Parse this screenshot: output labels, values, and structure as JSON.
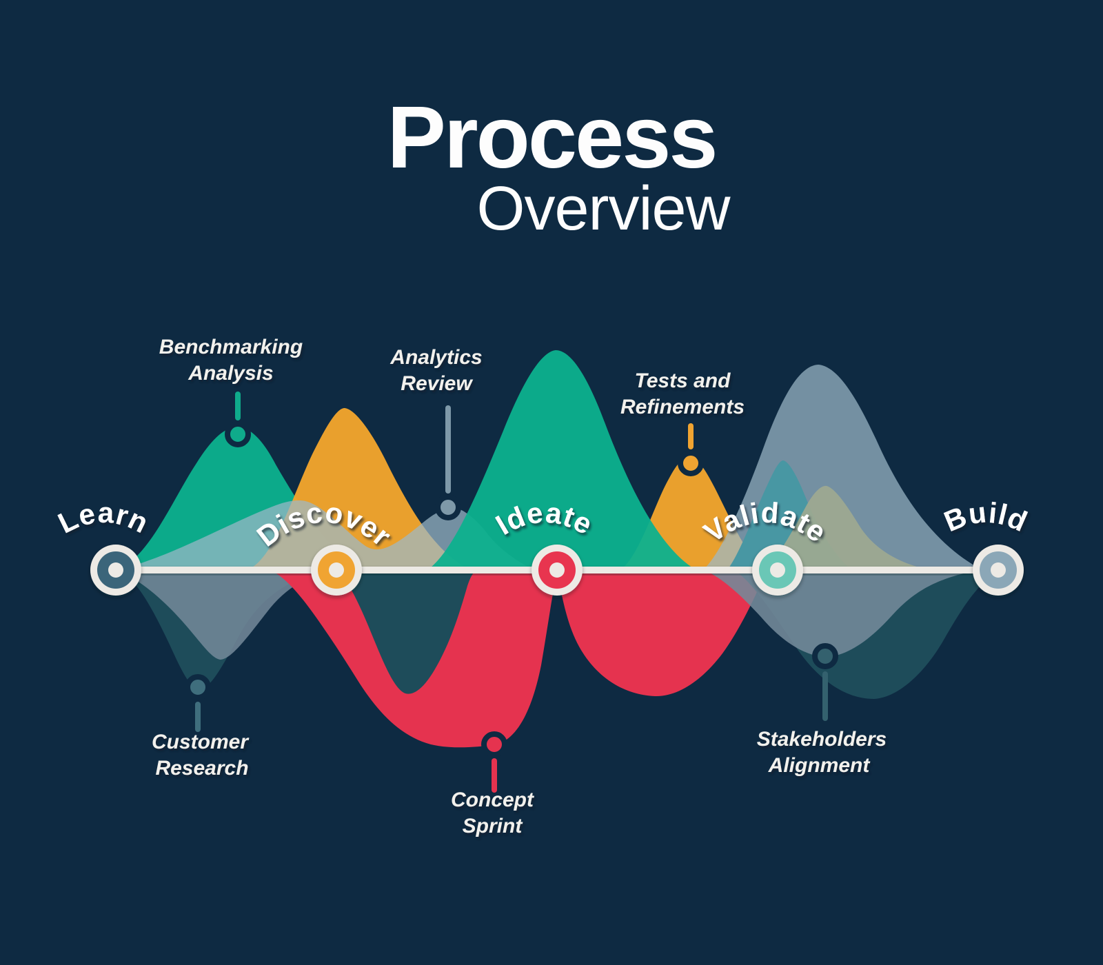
{
  "title": {
    "main": "Process",
    "subtitle": "Overview"
  },
  "diagram": {
    "type": "process-timeline",
    "description": "Horizontal five-stage process timeline with overlapping wave areas above and below the axis; callout markers label activities per stage."
  },
  "stages": [
    {
      "label": "Learn",
      "color": "#3b657a"
    },
    {
      "label": "Discover",
      "color": "#f0a431"
    },
    {
      "label": "Ideate",
      "color": "#e8344f"
    },
    {
      "label": "Validate",
      "color": "#6ac7b6"
    },
    {
      "label": "Build",
      "color": "#8ba7b7"
    }
  ],
  "callouts": {
    "above": [
      {
        "line1": "Benchmarking",
        "line2": "Analysis",
        "color": "#0fab8b",
        "position": "above timeline between Learn and Discover"
      },
      {
        "line1": "Analytics",
        "line2": "Review",
        "color": "#7e99a9",
        "position": "above timeline between Discover and Ideate"
      },
      {
        "line1": "Tests and",
        "line2": "Refinements",
        "color": "#f0a431",
        "position": "above timeline between Ideate and Validate"
      }
    ],
    "below": [
      {
        "line1": "Customer",
        "line2": "Research",
        "color": "#3f6e7d",
        "position": "below timeline between Learn and Discover"
      },
      {
        "line1": "Concept",
        "line2": "Sprint",
        "color": "#e5334f",
        "position": "below timeline between Discover and Ideate"
      },
      {
        "line1": "Stakeholders",
        "line2": "Alignment",
        "color": "#34616e",
        "position": "below timeline between Validate and Build"
      }
    ]
  },
  "colors": {
    "background": "#0e2a42",
    "timeline": "#edeae5",
    "teal": "#0fab8b",
    "orange": "#f0a431",
    "red": "#e5334f",
    "slate_above": "#7c98a9",
    "gray_below": "#5e7487",
    "dark_teal": "#1e4c5a",
    "medium_teal": "#4897a3",
    "sage": "#a0aa90",
    "mint": "#6ac7b6",
    "steel": "#8ba7b7",
    "text": "#ffffff"
  }
}
